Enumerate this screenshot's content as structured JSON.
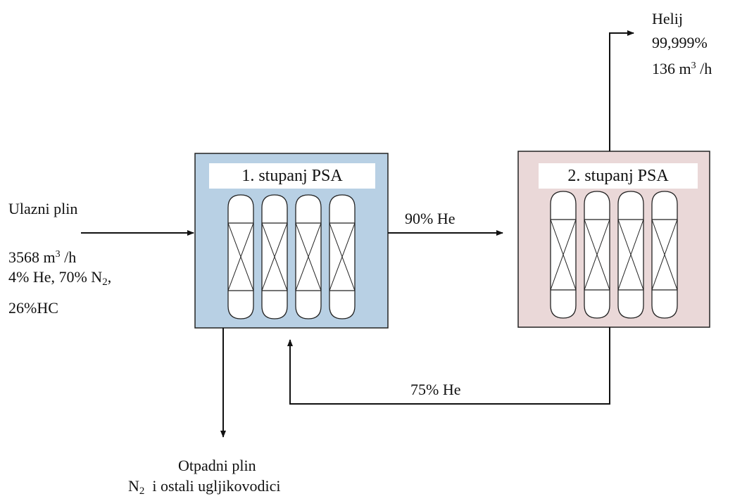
{
  "stage1": {
    "title": "1. stupanj PSA",
    "fill": "#b8d0e4"
  },
  "stage2": {
    "title": "2. stupanj PSA",
    "fill": "#ead8d8"
  },
  "feed": {
    "name": "Ulazni plin",
    "flow_value": "3568 m",
    "flow_exp": "3",
    "flow_unit": " /h",
    "comp_a": "4% He, 70% N",
    "comp_a_sub": "2",
    "comp_a_tail": ",",
    "comp_b": "26%HC"
  },
  "product": {
    "name": "Helij",
    "purity": "99,999%",
    "flow_value": "136 m",
    "flow_exp": "3",
    "flow_unit": " /h"
  },
  "intermediate": {
    "label": "90% He"
  },
  "recycle": {
    "label": "75% He"
  },
  "waste": {
    "name": "Otpadni plin",
    "comp_n": "N",
    "comp_sub": "2",
    "comp_rest": "  i ostali ugljikovodici"
  },
  "line_color": "#111111"
}
